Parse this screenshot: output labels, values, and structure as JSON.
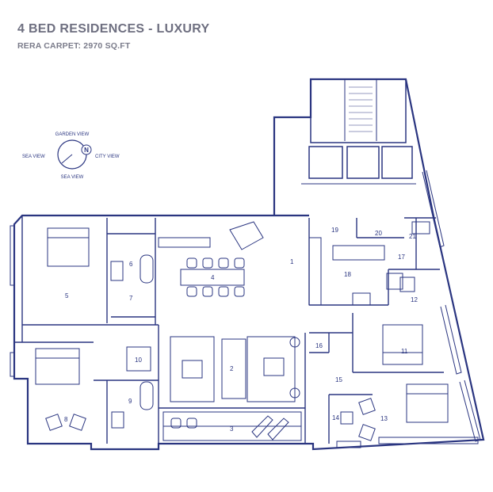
{
  "header": {
    "title": "4 BED RESIDENCES - LUXURY",
    "subtitle": "RERA CARPET: 2970 SQ.FT"
  },
  "compass": {
    "north": "N",
    "top": "GARDEN VIEW",
    "left": "SEA VIEW",
    "right": "CITY VIEW",
    "bottom": "SEA VIEW"
  },
  "rooms": [
    "1",
    "2",
    "3",
    "4",
    "5",
    "6",
    "7",
    "8",
    "9",
    "10",
    "11",
    "12",
    "13",
    "14",
    "15",
    "16",
    "17",
    "18",
    "19",
    "20",
    "21"
  ],
  "colors": {
    "line": "#2a3580",
    "text": "#6e6f80"
  }
}
